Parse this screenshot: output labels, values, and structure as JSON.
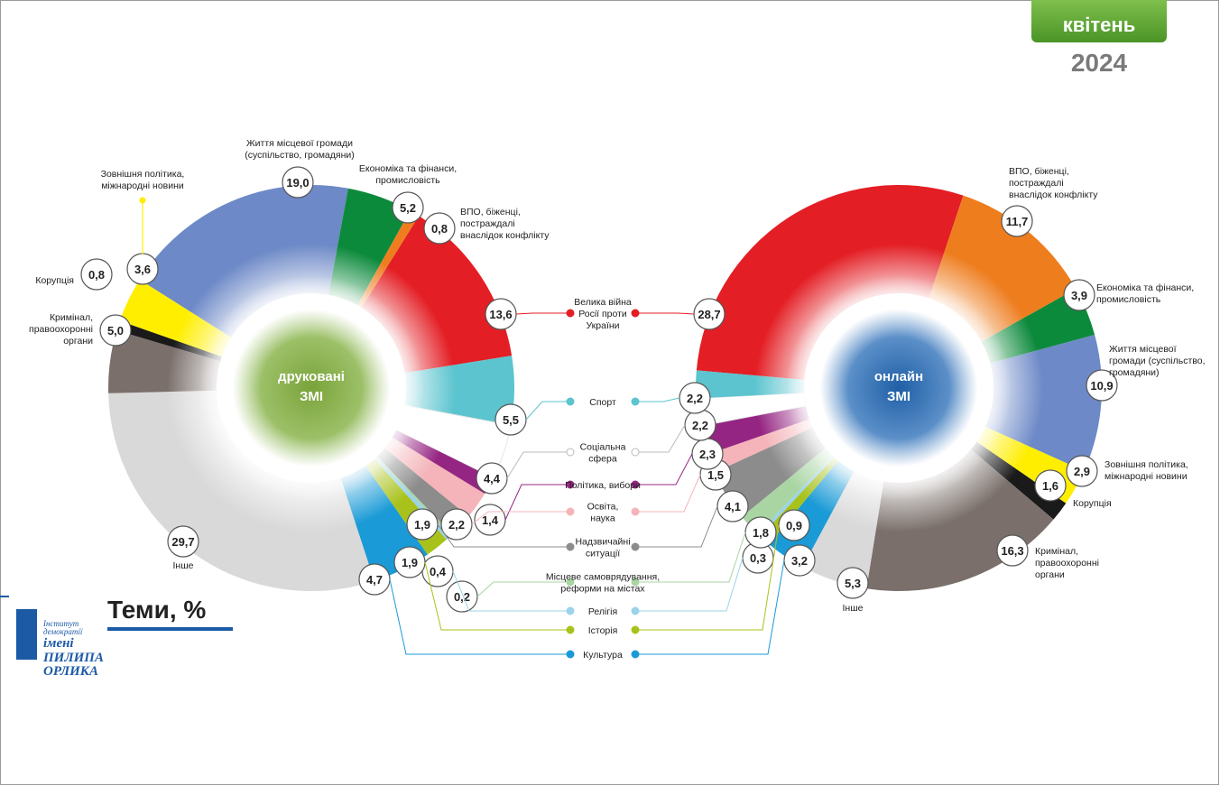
{
  "header": {
    "month": "квітень",
    "year": "2024"
  },
  "title": "Теми, %",
  "logo": {
    "line1": "Інститут демократії",
    "line2": "імені ПИЛИПА",
    "line3": "ОРЛИКА"
  },
  "colors": {
    "war": "#e31e24",
    "sport": "#5bc4cf",
    "social": "#ffffff",
    "politics": "#952583",
    "education": "#f4b4b9",
    "emergency": "#8c8c8c",
    "selfgov": "#a8d5a2",
    "religion": "#9bd3ea",
    "history": "#a9c21b",
    "culture": "#1a9ad6",
    "other": "#d9d9d9",
    "crime": "#7a6f6a",
    "corruption": "#1a1a1a",
    "foreign": "#ffee00",
    "community": "#6d89c7",
    "economy": "#0c8a3c",
    "idp": "#ee7d1e"
  },
  "chart_data": [
    {
      "type": "pie",
      "title": "друковані ЗМІ",
      "slices": [
        {
          "key": "war",
          "label": "Велика війна Росії проти України",
          "value": 13.6,
          "text": "13,6"
        },
        {
          "key": "sport",
          "label": "Спорт",
          "value": 5.5,
          "text": "5,5"
        },
        {
          "key": "social",
          "label": "Соціальна сфера",
          "value": 4.4,
          "text": "4,4"
        },
        {
          "key": "politics",
          "label": "Політика, вибори",
          "value": 1.4,
          "text": "1,4"
        },
        {
          "key": "education",
          "label": "Освіта, наука",
          "value": 2.2,
          "text": "2,2"
        },
        {
          "key": "emergency",
          "label": "Надзвичайні ситуації",
          "value": 1.9,
          "text": "1,9"
        },
        {
          "key": "selfgov",
          "label": "Місцеве самоврядування, реформи на містах",
          "value": 0.2,
          "text": "0,2"
        },
        {
          "key": "religion",
          "label": "Релігія",
          "value": 0.4,
          "text": "0,4"
        },
        {
          "key": "history",
          "label": "Історія",
          "value": 1.9,
          "text": "1,9"
        },
        {
          "key": "culture",
          "label": "Культура",
          "value": 4.7,
          "text": "4,7"
        },
        {
          "key": "other",
          "label": "Інше",
          "value": 29.7,
          "text": "29,7"
        },
        {
          "key": "crime",
          "label": "Кримінал, правоохоронні органи",
          "value": 5.0,
          "text": "5,0"
        },
        {
          "key": "corruption",
          "label": "Корупція",
          "value": 0.8,
          "text": "0,8"
        },
        {
          "key": "foreign",
          "label": "Зовнішня політика, міжнародні новини",
          "value": 3.6,
          "text": "3,6"
        },
        {
          "key": "community",
          "label": "Життя місцевої громади (суспільство, громадяни)",
          "value": 19.0,
          "text": "19,0"
        },
        {
          "key": "economy",
          "label": "Економіка та фінанси, промисловість",
          "value": 5.2,
          "text": "5,2"
        },
        {
          "key": "idp",
          "label": "ВПО, біженці, постраждалі внаслідок конфлікту",
          "value": 0.8,
          "text": "0,8"
        }
      ]
    },
    {
      "type": "pie",
      "title": "онлайн ЗМІ",
      "slices": [
        {
          "key": "war",
          "label": "Велика війна Росії проти України",
          "value": 28.7,
          "text": "28,7"
        },
        {
          "key": "idp",
          "label": "ВПО, біженці, постраждалі внаслідок конфлікту",
          "value": 11.7,
          "text": "11,7"
        },
        {
          "key": "economy",
          "label": "Економіка та фінанси, промисловість",
          "value": 3.9,
          "text": "3,9"
        },
        {
          "key": "community",
          "label": "Життя місцевої громади (суспільство, громадяни)",
          "value": 10.9,
          "text": "10,9"
        },
        {
          "key": "foreign",
          "label": "Зовнішня політика, міжнародні новини",
          "value": 2.9,
          "text": "2,9"
        },
        {
          "key": "corruption",
          "label": "Корупція",
          "value": 1.6,
          "text": "1,6"
        },
        {
          "key": "crime",
          "label": "Кримінал, правоохоронні органи",
          "value": 16.3,
          "text": "16,3"
        },
        {
          "key": "other",
          "label": "Інше",
          "value": 5.3,
          "text": "5,3"
        },
        {
          "key": "culture",
          "label": "Культура",
          "value": 3.2,
          "text": "3,2"
        },
        {
          "key": "history",
          "label": "Історія",
          "value": 0.9,
          "text": "0,9"
        },
        {
          "key": "religion",
          "label": "Релігія",
          "value": 0.3,
          "text": "0,3"
        },
        {
          "key": "selfgov",
          "label": "Місцеве самоврядування, реформи на містах",
          "value": 1.8,
          "text": "1,8"
        },
        {
          "key": "emergency",
          "label": "Надзвичайні ситуації",
          "value": 4.1,
          "text": "4,1"
        },
        {
          "key": "education",
          "label": "Освіта, наука",
          "value": 1.5,
          "text": "1,5"
        },
        {
          "key": "politics",
          "label": "Політика, вибори",
          "value": 2.3,
          "text": "2,3"
        },
        {
          "key": "social",
          "label": "Соціальна сфера",
          "value": 2.2,
          "text": "2,2"
        },
        {
          "key": "sport",
          "label": "Спорт",
          "value": 2.2,
          "text": "2,2"
        }
      ]
    }
  ],
  "center_legend": [
    {
      "key": "war",
      "label": "Велика війна Росії проти України"
    },
    {
      "key": "sport",
      "label": "Спорт"
    },
    {
      "key": "social",
      "label": "Соціальна сфера"
    },
    {
      "key": "politics",
      "label": "Політика, вибори"
    },
    {
      "key": "education",
      "label": "Освіта, наука"
    },
    {
      "key": "emergency",
      "label": "Надзвичайні ситуації"
    },
    {
      "key": "selfgov",
      "label": "Місцеве самоврядування, реформи на містах"
    },
    {
      "key": "religion",
      "label": "Релігія"
    },
    {
      "key": "history",
      "label": "Історія"
    },
    {
      "key": "culture",
      "label": "Культура"
    }
  ],
  "side_labels": {
    "left": [
      {
        "key": "community",
        "label": "Життя місцевої громади (суспільство, громадяни)"
      },
      {
        "key": "foreign",
        "label": "Зовнішня політика, міжнародні новини"
      },
      {
        "key": "economy",
        "label": "Економіка та фінанси, промисловість"
      },
      {
        "key": "idp",
        "label": "ВПО, біженці, постраждалі внаслідок конфлікту"
      },
      {
        "key": "corruption",
        "label": "Корупція"
      },
      {
        "key": "crime",
        "label": "Кримінал, правоохоронні органи"
      },
      {
        "key": "other",
        "label": "Інше"
      }
    ],
    "right": [
      {
        "key": "idp",
        "label": "ВПО, біженці, постраждалі внаслідок конфлікту"
      },
      {
        "key": "economy",
        "label": "Економіка та фінанси, промисловість"
      },
      {
        "key": "community",
        "label": "Життя місцевої громади (суспільство, громадяни)"
      },
      {
        "key": "foreign",
        "label": "Зовнішня політика, міжнародні новини"
      },
      {
        "key": "corruption",
        "label": "Корупція"
      },
      {
        "key": "crime",
        "label": "Кримінал, правоохоронні органи"
      },
      {
        "key": "other",
        "label": "Інше"
      }
    ]
  }
}
